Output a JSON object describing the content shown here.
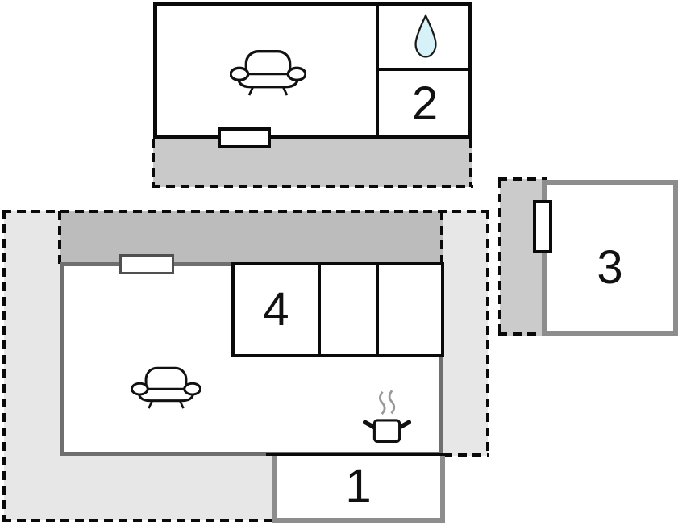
{
  "plan": {
    "title": "floor-plan",
    "rooms": {
      "room1": {
        "label": "1"
      },
      "room2": {
        "label": "2"
      },
      "room3": {
        "label": "3"
      },
      "room4": {
        "label": "4"
      }
    },
    "icons": [
      {
        "name": "sofa-icon",
        "location": "upper-building-living-room"
      },
      {
        "name": "water-drop-icon",
        "location": "upper-building-bathroom"
      },
      {
        "name": "sofa-icon",
        "location": "main-building-living-room"
      },
      {
        "name": "cooking-pot-icon",
        "location": "main-building-kitchen"
      },
      {
        "name": "window-marker",
        "location": "upper-building-south-wall"
      },
      {
        "name": "window-marker",
        "location": "main-building-north-wall"
      },
      {
        "name": "door-marker",
        "location": "room3-west-wall"
      }
    ],
    "colors": {
      "wall_black": "#0a0a0a",
      "wall_dark_gray": "#6f6f6f",
      "wall_gray": "#8d8d8d",
      "terrace_dark": "#bcbcbc",
      "terrace_medium": "#cbcbcb",
      "terrace_light": "#e7e7e7",
      "drop_fill": "#d6f1f8",
      "steam_gray": "#999999"
    }
  }
}
